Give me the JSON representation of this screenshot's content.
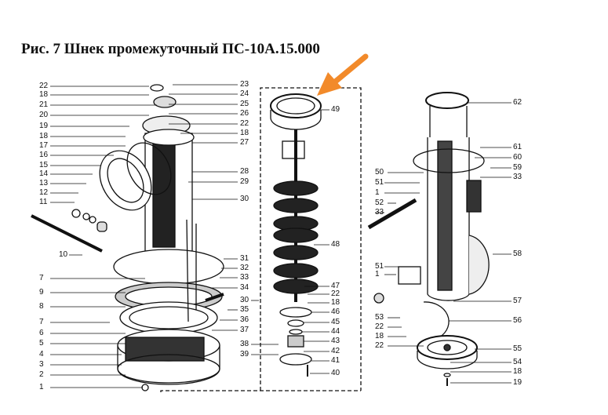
{
  "title": "Рис. 7 Шнек промежуточный ПС-10А.15.000",
  "colors": {
    "arrow": "#f28a2a",
    "ink": "#111111"
  },
  "labels": {
    "left_assembly_left": [
      "22",
      "18",
      "21",
      "20",
      "19",
      "18",
      "17",
      "16",
      "15",
      "14",
      "13",
      "12",
      "11",
      "10",
      "7",
      "9",
      "8",
      "7",
      "6",
      "5",
      "4",
      "3",
      "2",
      "1"
    ],
    "left_assembly_right": [
      "23",
      "24",
      "25",
      "26",
      "22",
      "18",
      "27",
      "28",
      "29",
      "30",
      "31",
      "32",
      "33",
      "34",
      "30",
      "35",
      "36",
      "37",
      "38",
      "39"
    ],
    "auger": [
      "49",
      "48",
      "47",
      "22",
      "18",
      "46",
      "45",
      "44",
      "43",
      "42",
      "41",
      "40"
    ],
    "right_assembly_left": [
      "50",
      "51",
      "1",
      "52",
      "33",
      "51",
      "1",
      "53",
      "22",
      "18",
      "22"
    ],
    "right_assembly_right": [
      "62",
      "61",
      "60",
      "59",
      "33",
      "58",
      "57",
      "56",
      "55",
      "54",
      "18",
      "19"
    ]
  }
}
